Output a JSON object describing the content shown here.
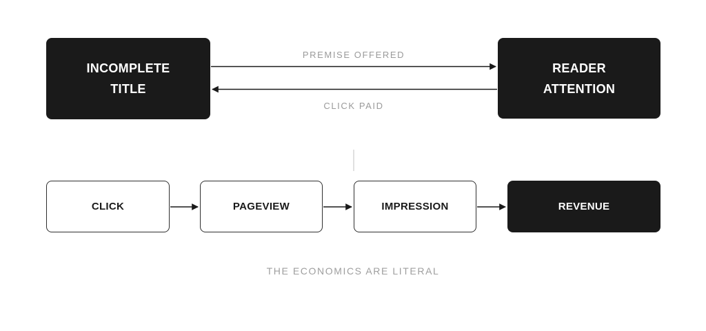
{
  "diagram": {
    "top_section": {
      "left_box": {
        "label": "INCOMPLETE\nTITLE"
      },
      "right_box": {
        "label": "READER\nATTENTION"
      },
      "forward_arrow_label": "PREMISE OFFERED",
      "back_arrow_label": "CLICK PAID"
    },
    "flow_section": {
      "nodes": [
        {
          "label": "CLICK",
          "style": "outline"
        },
        {
          "label": "PAGEVIEW",
          "style": "outline"
        },
        {
          "label": "IMPRESSION",
          "style": "outline"
        },
        {
          "label": "REVENUE",
          "style": "solid"
        }
      ]
    },
    "caption": "THE ECONOMICS ARE LITERAL",
    "colors": {
      "node_fill_dark": "#1a1a1a",
      "node_border": "#2e2e2e",
      "node_fill_light": "#ffffff",
      "arrow": "#1a1a1a",
      "muted_text": "#9a9a9a",
      "connector_line": "#cccccc",
      "background": "#ffffff"
    }
  }
}
